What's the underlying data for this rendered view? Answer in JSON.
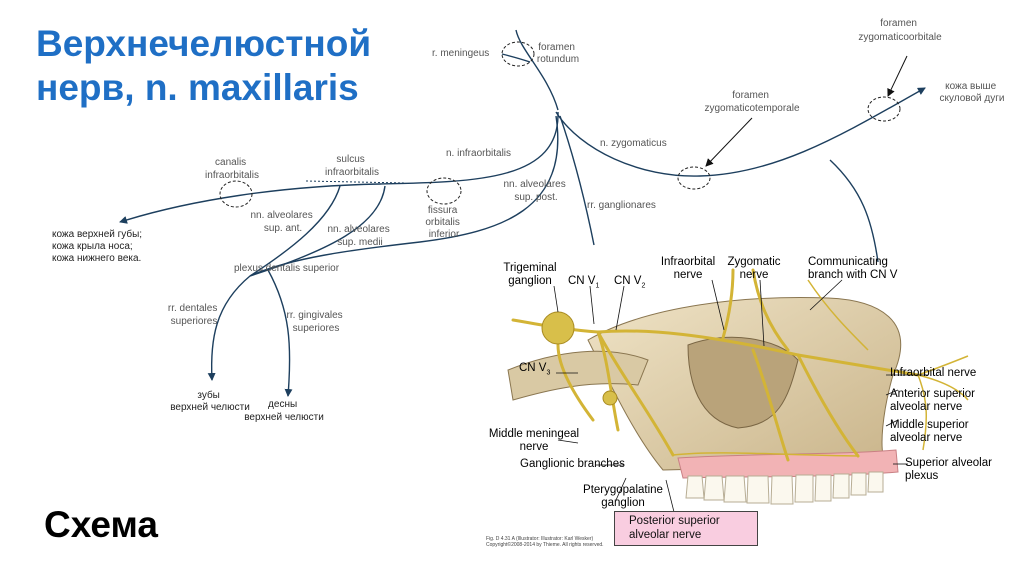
{
  "title": {
    "line1": "Верхнечелюстной",
    "line2": "нерв, n. maxillaris"
  },
  "schema_label": "Схема",
  "scheme": {
    "r_meningeus": "r. meningeus",
    "foramen_rotundum": [
      "foramen",
      "rotundum"
    ],
    "foramen_zygomaticoorbitale": [
      "foramen",
      "zygomaticoorbitale"
    ],
    "skin_above_cheek": [
      "кожа выше",
      "скуловой дуги"
    ],
    "foramen_zygomaticotemporale": [
      "foramen",
      "zygomaticotemporale"
    ],
    "n_zygomaticus": "n. zygomaticus",
    "n_infraorbitalis": "n. infraorbitalis",
    "canalis_infraorbitalis": [
      "canalis",
      "infraorbitalis"
    ],
    "sulcus_infraorbitalis": [
      "sulcus",
      "infraorbitalis"
    ],
    "nn_alveolares_sup_post": [
      "nn. alveolares",
      "sup. post."
    ],
    "rr_ganglionares": "rr. ganglionares",
    "fissura_orbitalis_inferior": [
      "fissura",
      "orbitalis",
      "inferior"
    ],
    "nn_alveolares_sup_ant": [
      "nn. alveolares",
      "sup. ant."
    ],
    "nn_alveolares_sup_medii": [
      "nn. alveolares",
      "sup. medii"
    ],
    "skin_targets": [
      "кожа верхней губы;",
      "кожа крыла носа;",
      "кожа нижнего века."
    ],
    "plexus_dentalis_superior": "plexus dentalis superior",
    "rr_dentales_superiores": [
      "rr. dentales",
      "superiores"
    ],
    "rr_gingivales_superiores": [
      "rr. gingivales",
      "superiores"
    ],
    "teeth": [
      "зубы",
      "верхней челюсти"
    ],
    "gums": [
      "десны",
      "верхней челюсти"
    ]
  },
  "illustration": {
    "trigeminal_ganglion": [
      "Trigeminal",
      "ganglion"
    ],
    "cn_v1": [
      "CN V",
      "1"
    ],
    "cn_v2": [
      "CN V",
      "2"
    ],
    "cn_v3": [
      "CN V",
      "3"
    ],
    "infraorbital_nerve_top": [
      "Infraorbital",
      "nerve"
    ],
    "zygomatic_nerve": [
      "Zygomatic",
      "nerve"
    ],
    "communicating_branch": [
      "Communicating",
      "branch with CN V"
    ],
    "infraorbital_nerve": "Infraorbital nerve",
    "anterior_superior_alveolar": [
      "Anterior superior",
      "alveolar nerve"
    ],
    "middle_superior_alveolar": [
      "Middle superior",
      "alveolar nerve"
    ],
    "superior_alveolar_plexus": [
      "Superior alveolar",
      "plexus"
    ],
    "middle_meningeal_nerve": [
      "Middle meningeal",
      "nerve"
    ],
    "ganglionic_branches": "Ganglionic branches",
    "pterygopalatine_ganglion": [
      "Pterygopalatine",
      "ganglion"
    ],
    "posterior_superior_alveolar": [
      "Posterior superior",
      "alveolar nerve"
    ],
    "credit": [
      "Fig. D 4.31 A  (Illustrator: Illustrator: Karl Wesker)",
      "Copyright©2008-2014 by Thieme. All rights reserved."
    ]
  }
}
